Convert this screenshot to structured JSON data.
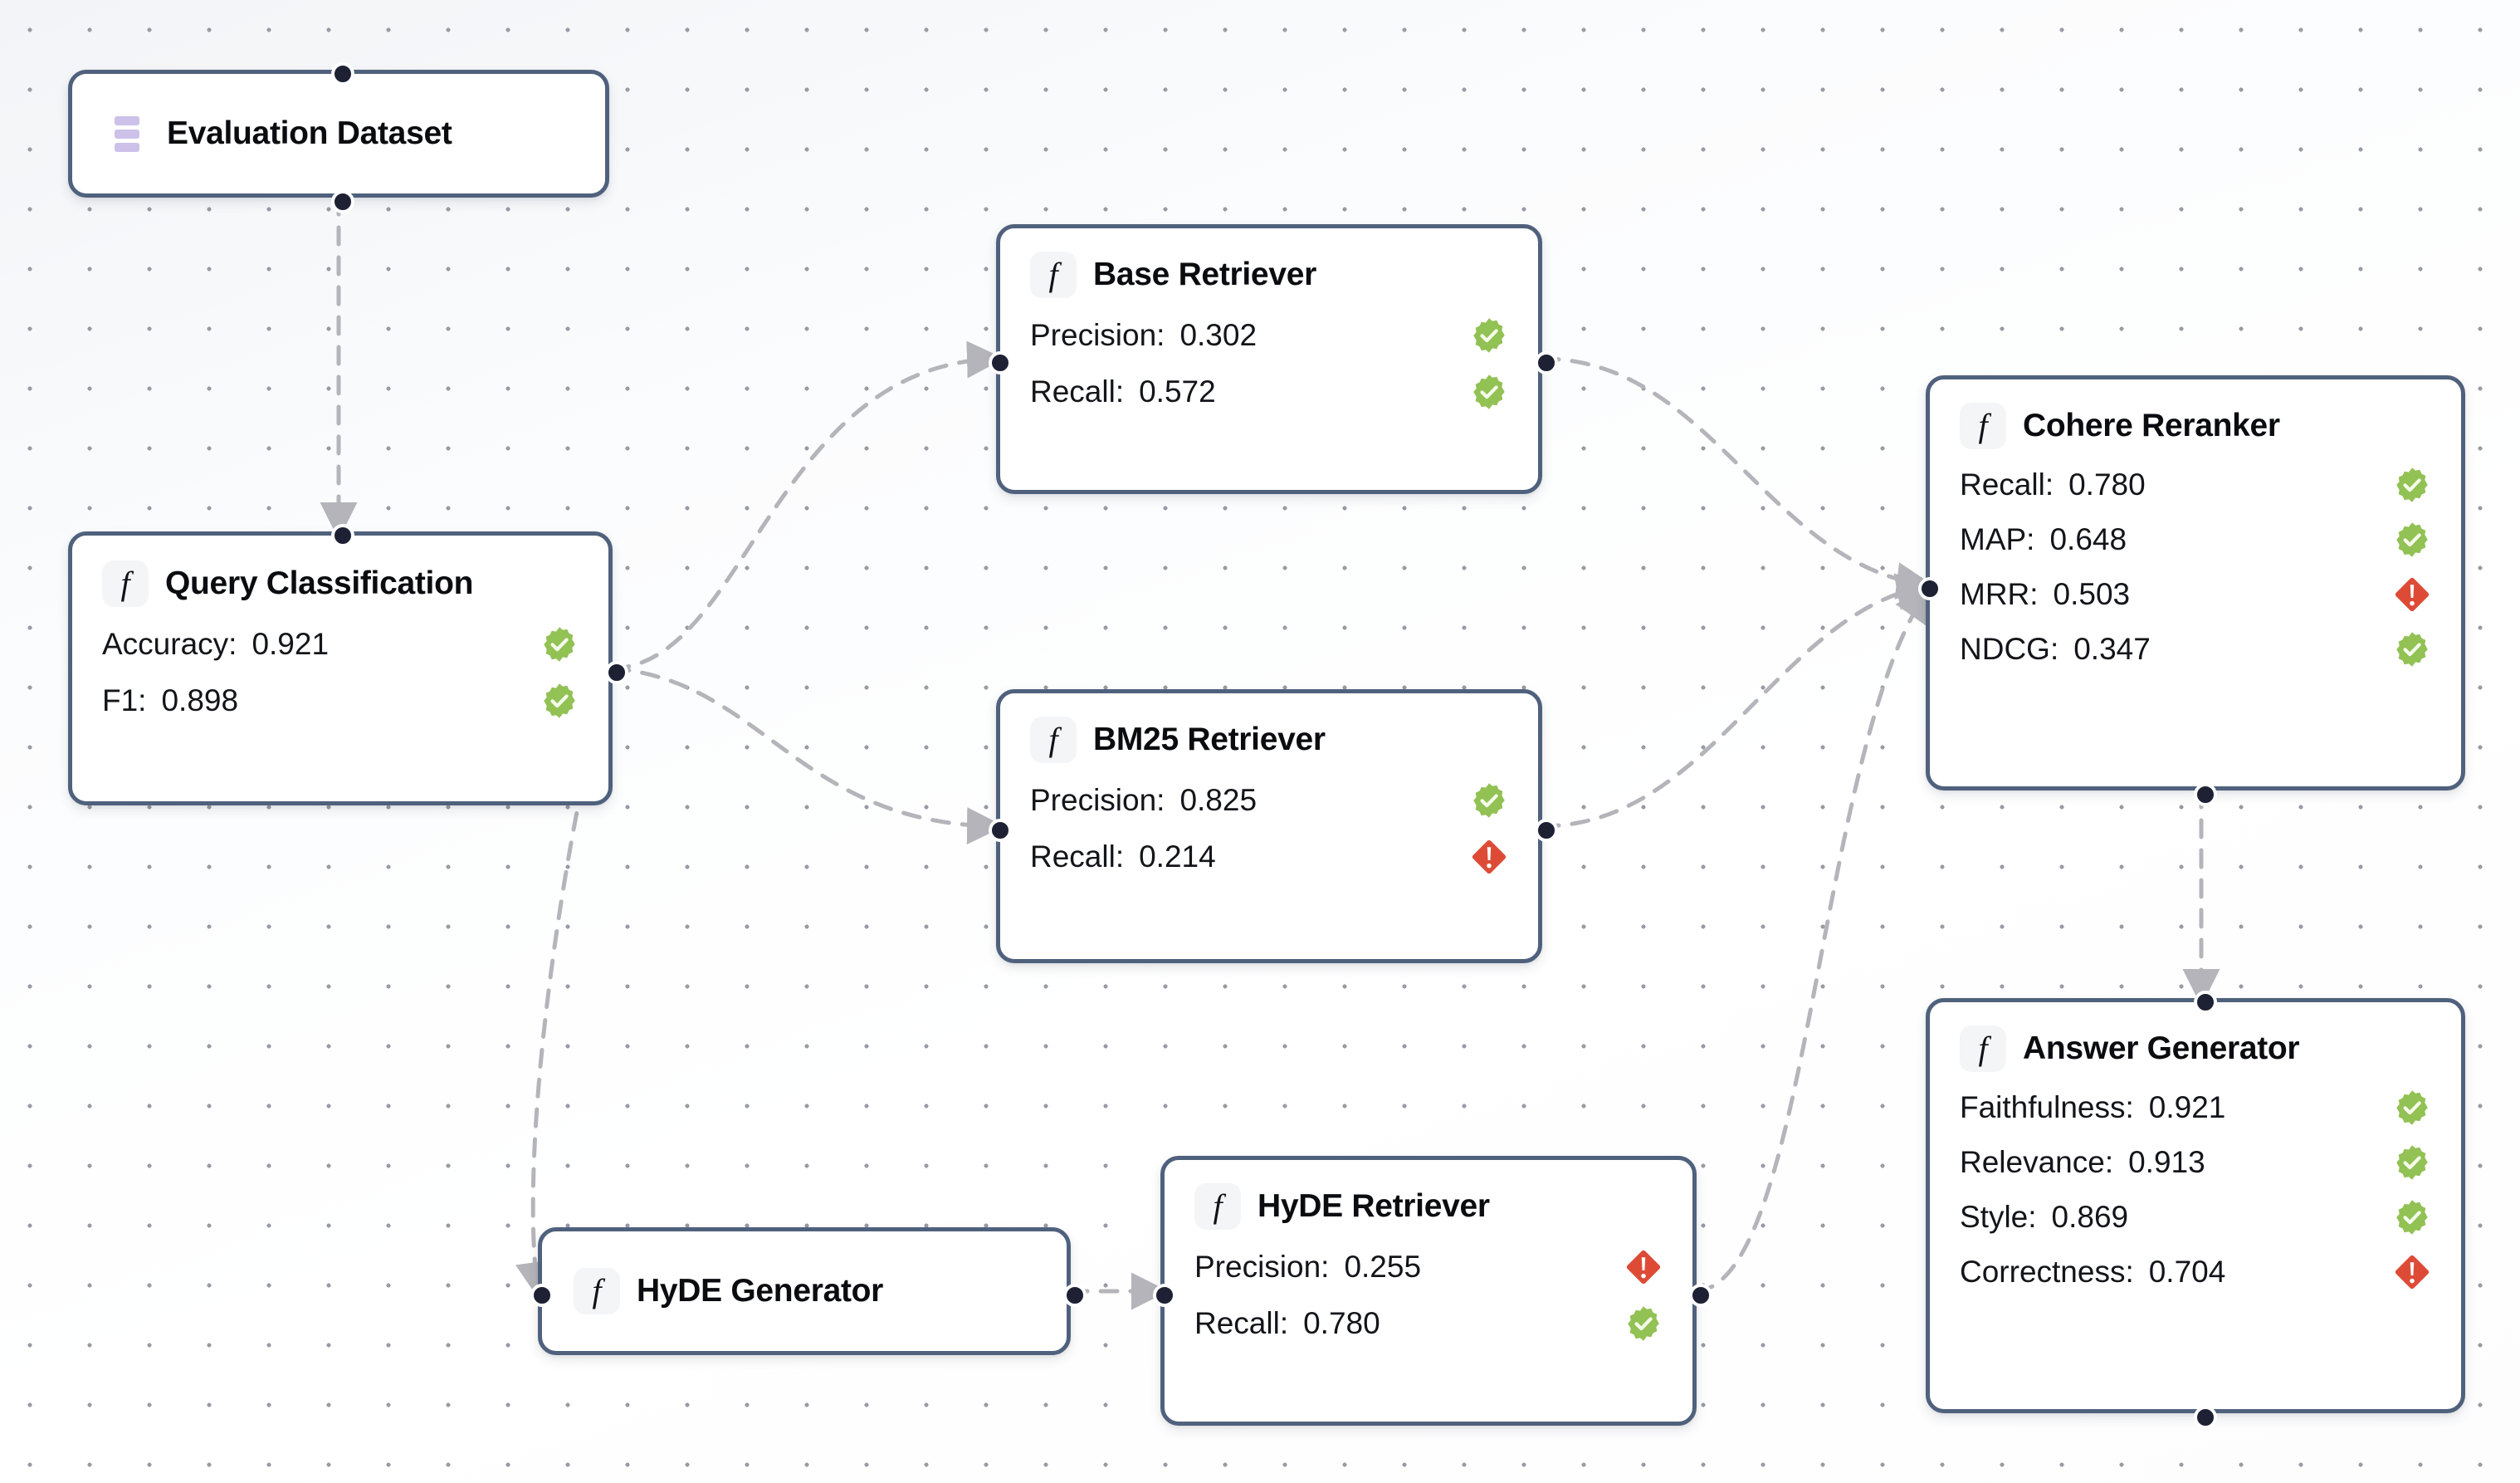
{
  "canvas": {
    "background_color": "#ffffff",
    "grid_dot_color": "#9a9aa5",
    "node_border_color": "#4f617c",
    "edge_color": "#b4b4ba",
    "handle_color": "#1d2133",
    "pass_color": "#92c154",
    "fail_color": "#dd4b37",
    "dataset_icon_color": "#cdc1e9"
  },
  "nodes": [
    {
      "id": "evaluation-dataset",
      "title": "Evaluation Dataset",
      "icon": "dataset-icon",
      "metrics": []
    },
    {
      "id": "query-classification",
      "title": "Query Classification",
      "icon": "function-icon",
      "metrics": [
        {
          "label": "Accuracy:",
          "value": "0.921",
          "status": "pass"
        },
        {
          "label": "F1:",
          "value": "0.898",
          "status": "pass"
        }
      ]
    },
    {
      "id": "base-retriever",
      "title": "Base Retriever",
      "icon": "function-icon",
      "metrics": [
        {
          "label": "Precision:",
          "value": "0.302",
          "status": "pass"
        },
        {
          "label": "Recall:",
          "value": "0.572",
          "status": "pass"
        }
      ]
    },
    {
      "id": "bm25-retriever",
      "title": "BM25 Retriever",
      "icon": "function-icon",
      "metrics": [
        {
          "label": "Precision:",
          "value": "0.825",
          "status": "pass"
        },
        {
          "label": "Recall:",
          "value": "0.214",
          "status": "fail"
        }
      ]
    },
    {
      "id": "hyde-generator",
      "title": "HyDE Generator",
      "icon": "function-icon",
      "metrics": []
    },
    {
      "id": "hyde-retriever",
      "title": "HyDE Retriever",
      "icon": "function-icon",
      "metrics": [
        {
          "label": "Precision:",
          "value": "0.255",
          "status": "fail"
        },
        {
          "label": "Recall:",
          "value": "0.780",
          "status": "pass"
        }
      ]
    },
    {
      "id": "cohere-reranker",
      "title": "Cohere Reranker",
      "icon": "function-icon",
      "metrics": [
        {
          "label": "Recall:",
          "value": "0.780",
          "status": "pass"
        },
        {
          "label": "MAP:",
          "value": "0.648",
          "status": "pass"
        },
        {
          "label": "MRR:",
          "value": "0.503",
          "status": "fail"
        },
        {
          "label": "NDCG:",
          "value": "0.347",
          "status": "pass"
        }
      ]
    },
    {
      "id": "answer-generator",
      "title": "Answer Generator",
      "icon": "function-icon",
      "metrics": [
        {
          "label": "Faithfulness:",
          "value": "0.921",
          "status": "pass"
        },
        {
          "label": "Relevance:",
          "value": "0.913",
          "status": "pass"
        },
        {
          "label": "Style:",
          "value": "0.869",
          "status": "pass"
        },
        {
          "label": "Correctness:",
          "value": "0.704",
          "status": "fail"
        }
      ]
    }
  ],
  "edges": [
    {
      "from": "evaluation-dataset",
      "to": "query-classification"
    },
    {
      "from": "query-classification",
      "to": "base-retriever"
    },
    {
      "from": "query-classification",
      "to": "bm25-retriever"
    },
    {
      "from": "query-classification",
      "to": "hyde-generator"
    },
    {
      "from": "base-retriever",
      "to": "cohere-reranker"
    },
    {
      "from": "bm25-retriever",
      "to": "cohere-reranker"
    },
    {
      "from": "hyde-generator",
      "to": "hyde-retriever"
    },
    {
      "from": "hyde-retriever",
      "to": "cohere-reranker"
    },
    {
      "from": "cohere-reranker",
      "to": "answer-generator"
    }
  ]
}
